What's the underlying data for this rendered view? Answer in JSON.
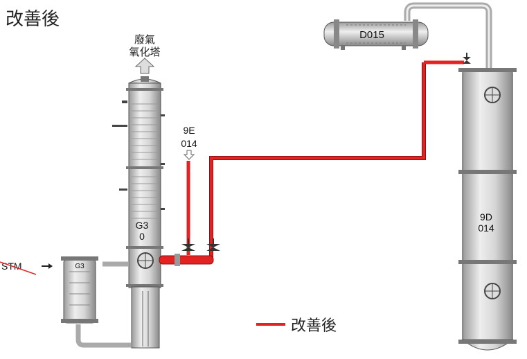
{
  "title": "改善後",
  "labels": {
    "offgas_line1": "廢氣",
    "offgas_line2": "氧化塔",
    "nine_e_line1": "9E",
    "nine_e_line2": "014",
    "condenser": "D015",
    "column_g30_line1": "G3",
    "column_g30_line2": "0",
    "column_9d_line1": "9D",
    "column_9d_line2": "014",
    "stm": "STM",
    "reboiler": "G3"
  },
  "legend": {
    "label": "改善後",
    "color": "#e32222"
  },
  "colors": {
    "pipe_improved": "#e32222",
    "vessel_body": "#c9c9c9",
    "vessel_edge": "#555555",
    "grey_pipe": "#bdbdbd"
  }
}
